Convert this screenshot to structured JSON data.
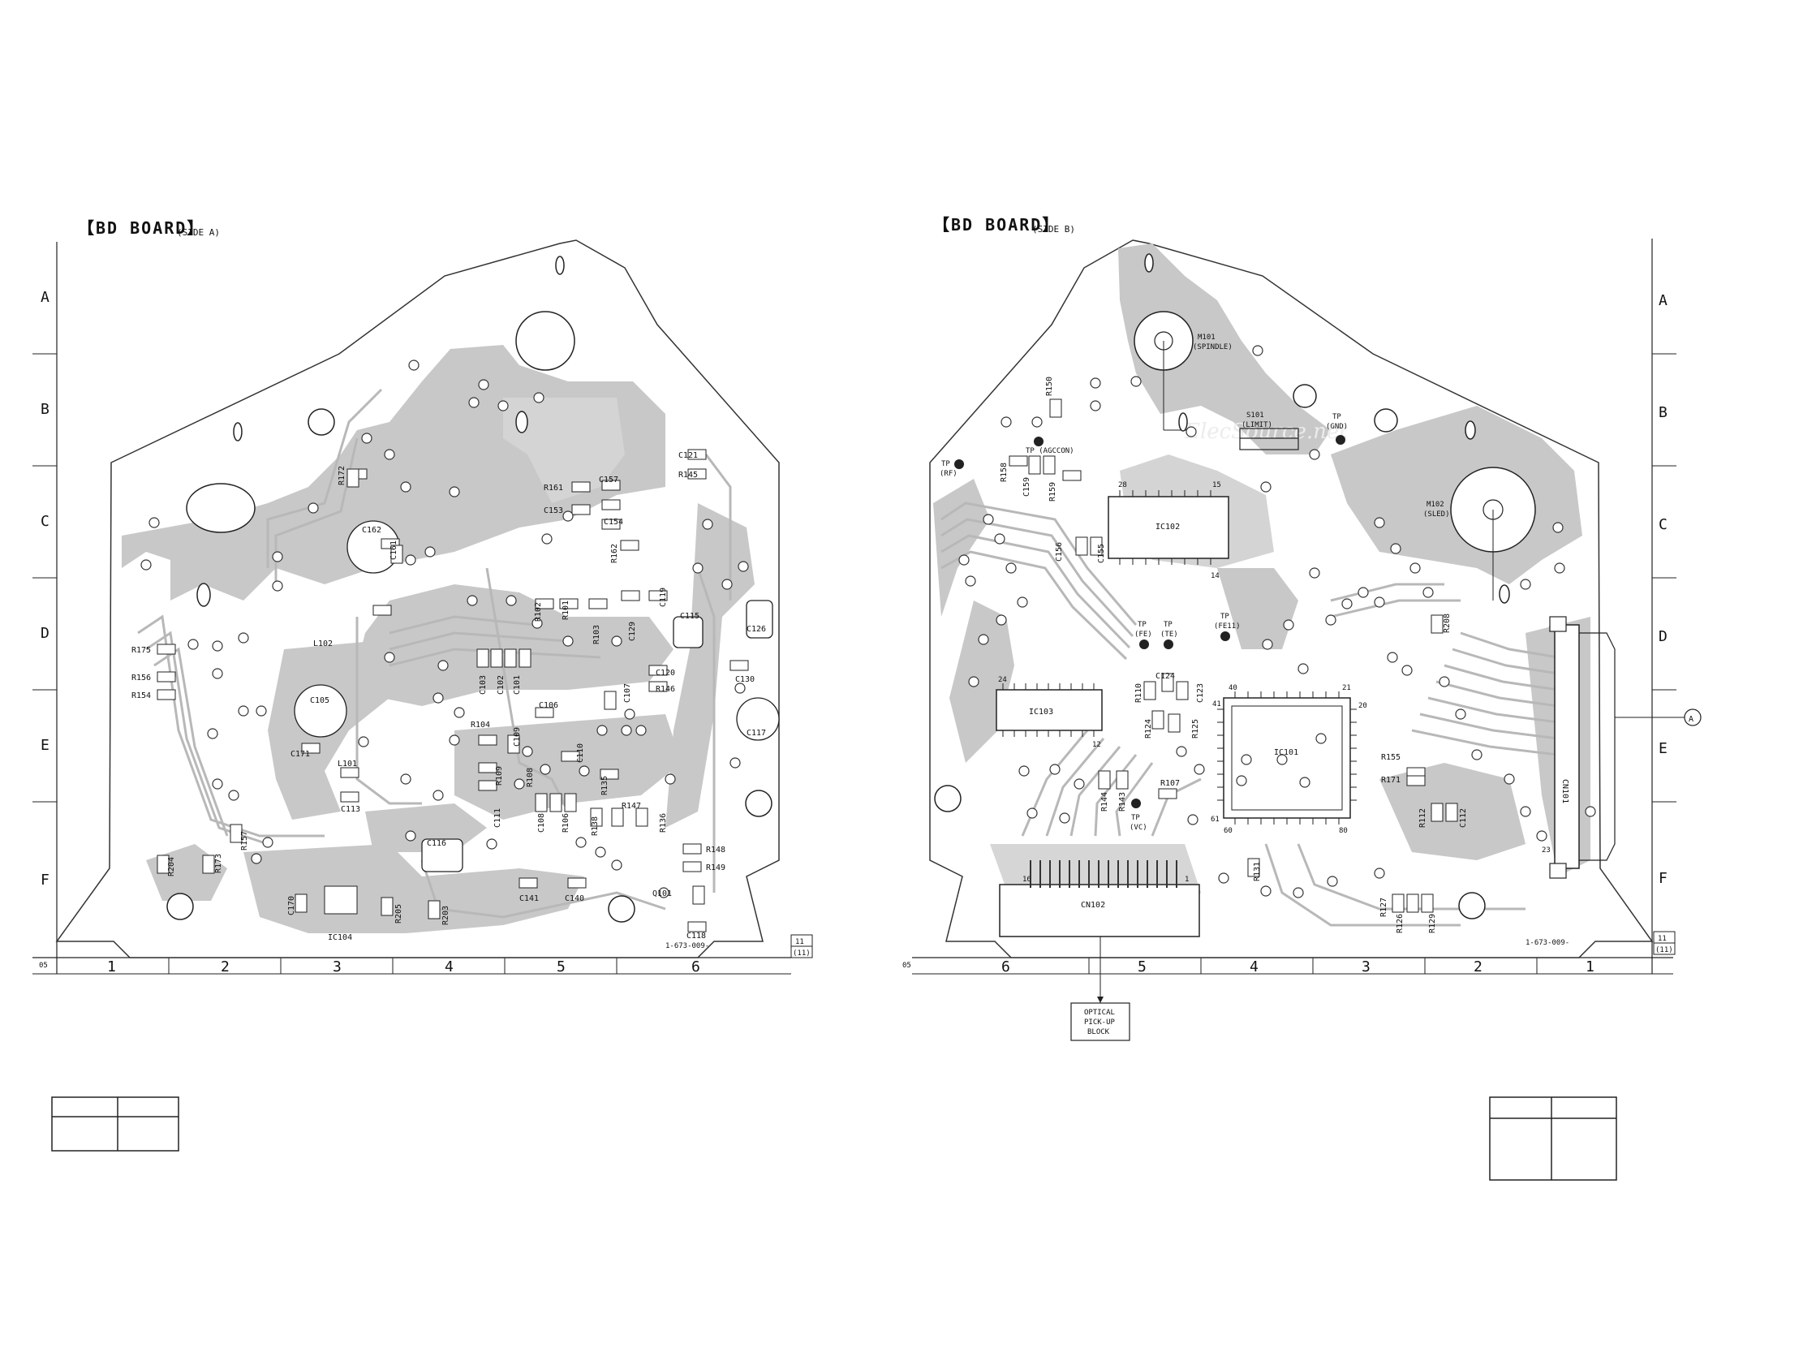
{
  "side_a": {
    "title": "【BD BOARD】",
    "subtitle": "(SIDE A)",
    "rows": [
      "A",
      "B",
      "C",
      "D",
      "E",
      "F"
    ],
    "cols": [
      "1",
      "2",
      "3",
      "4",
      "5",
      "6"
    ],
    "board_number": "1-673-009-",
    "board_code": [
      "11",
      "(11)"
    ],
    "corner_code": "05",
    "refs": [
      "C162",
      "C161",
      "R172",
      "R161",
      "C153",
      "C157",
      "C154",
      "C121",
      "R145",
      "R162",
      "R102",
      "R101",
      "R103",
      "C119",
      "C115",
      "C126",
      "C129",
      "R175",
      "R156",
      "R154",
      "L102",
      "C105",
      "C171",
      "L101",
      "C113",
      "C103",
      "C102",
      "C101",
      "R104",
      "C109",
      "R109",
      "C106",
      "C107",
      "C120",
      "R146",
      "C130",
      "C117",
      "C110",
      "R135",
      "C108",
      "R106",
      "R138",
      "R147",
      "R136",
      "C116",
      "R148",
      "R149",
      "Q101",
      "C118",
      "C141",
      "C140",
      "R204",
      "R173",
      "R157",
      "C170",
      "IC104",
      "R205",
      "R203",
      "C111",
      "R108"
    ]
  },
  "side_b": {
    "title": "【BD BOARD】",
    "subtitle": "(SIDE B)",
    "rows": [
      "A",
      "B",
      "C",
      "D",
      "E",
      "F"
    ],
    "cols": [
      "6",
      "5",
      "4",
      "3",
      "2",
      "1"
    ],
    "board_number": "1-673-009-",
    "board_code": [
      "11",
      "(11)"
    ],
    "corner_code": "05",
    "m101": [
      "M101",
      "(SPINDLE)"
    ],
    "m102": [
      "M102",
      "(SLED)"
    ],
    "s101": [
      "S101",
      "(LIMIT)"
    ],
    "tp_gnd": [
      "TP",
      "(GND)"
    ],
    "tp_rf": [
      "TP",
      "(RF)"
    ],
    "tp_agccon": "TP (AGCCON)",
    "tp_fe": [
      "TP",
      "(FE)"
    ],
    "tp_te": [
      "TP",
      "(TE)"
    ],
    "tp_fe11": [
      "TP",
      "(FE11)"
    ],
    "tp_vc": [
      "TP",
      "(VC)"
    ],
    "ic102": "IC102",
    "ic103": "IC103",
    "ic101": "IC101",
    "cn102": "CN102",
    "cn101": "CN101",
    "pin_numbers": [
      "28",
      "15",
      "14",
      "24",
      "12",
      "40",
      "41",
      "21",
      "20",
      "61",
      "60",
      "80",
      "16",
      "1",
      "23",
      "1"
    ],
    "refs": [
      "R150",
      "R158",
      "C159",
      "R159",
      "C156",
      "C155",
      "R110",
      "C124",
      "C123",
      "R124",
      "R125",
      "R107",
      "R144",
      "R143",
      "R131",
      "R208",
      "R155",
      "R171",
      "R112",
      "C112",
      "R127",
      "R126",
      "R129"
    ],
    "optical_block": [
      "OPTICAL",
      "PICK-UP",
      "BLOCK"
    ],
    "connector_marker": "A",
    "watermark": "ElecSource.net"
  }
}
